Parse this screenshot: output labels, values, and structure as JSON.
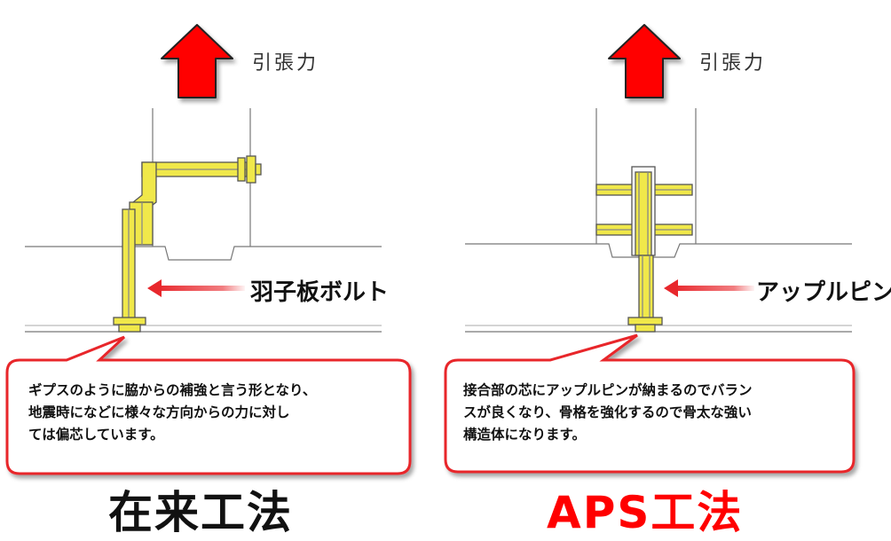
{
  "colors": {
    "arrow_fill": "#ff0000",
    "bubble_border": "#e8272c",
    "metal_fill": "#f0e84a",
    "metal_stroke": "#555555",
    "caption_left": "#111111",
    "caption_right": "#ff0000"
  },
  "left": {
    "tension_label": "引張力",
    "pointer_label": "羽子板ボルト",
    "bubble_lines": [
      "ギプスのように脇からの補強と言う形となり、",
      "地震時になどに様々な方向からの力に対し",
      "ては偏芯しています。"
    ],
    "caption": "在来工法"
  },
  "right": {
    "tension_label": "引張力",
    "pointer_label": "アップルピン",
    "bubble_lines": [
      "接合部の芯にアップルピンが納まるのでバラン",
      "スが良くなり、骨格を強化するので骨太な強い",
      "構造体になります。"
    ],
    "caption": "APS工法"
  }
}
